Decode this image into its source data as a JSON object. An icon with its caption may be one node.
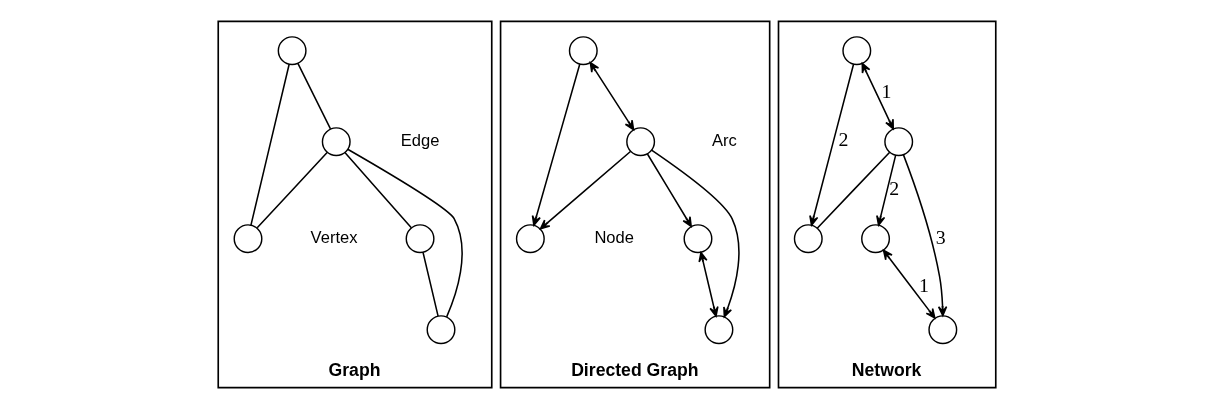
{
  "diagram": {
    "nodes": [
      {
        "text": [
          "Graph"
        ]
      },
      {
        "text": [],
        "shape": "circle",
        "in": 0
      },
      {
        "text": [],
        "shape": "circle",
        "in": 0
      },
      {
        "text": [],
        "shape": "circle",
        "in": 0
      },
      {
        "text": [],
        "shape": "circle",
        "in": 0
      },
      {
        "text": [],
        "shape": "circle",
        "in": 0
      },
      {
        "text": [
          "Directed Graph"
        ]
      },
      {
        "text": [],
        "shape": "circle",
        "in": 6
      },
      {
        "text": [],
        "shape": "circle",
        "in": 6
      },
      {
        "text": [],
        "shape": "circle",
        "in": 6
      },
      {
        "text": [],
        "shape": "circle",
        "in": 6
      },
      {
        "text": [],
        "shape": "circle",
        "in": 6
      },
      {
        "text": [
          "Network"
        ]
      },
      {
        "text": [],
        "shape": "circle",
        "in": 12
      },
      {
        "text": [],
        "shape": "circle",
        "in": 12
      },
      {
        "text": [],
        "shape": "circle",
        "in": 12
      },
      {
        "text": [],
        "shape": "circle",
        "in": 12
      },
      {
        "text": [],
        "shape": "circle",
        "in": 12
      }
    ],
    "edges": [
      {
        "from": 1,
        "to": 2,
        "arrow": "none"
      },
      {
        "from": 1,
        "to": 4,
        "arrow": "none"
      },
      {
        "from": 2,
        "to": 4,
        "arrow": "none"
      },
      {
        "from": 2,
        "to": 3,
        "arrow": "none"
      },
      {
        "from": 2,
        "to": 5,
        "arrow": "none"
      },
      {
        "from": 3,
        "to": 5,
        "arrow": "none"
      },
      {
        "from": 7,
        "to": 8,
        "arrow": "both"
      },
      {
        "from": 7,
        "to": 10,
        "arrow": "to"
      },
      {
        "from": 8,
        "to": 10,
        "arrow": "to"
      },
      {
        "from": 8,
        "to": 9,
        "arrow": "to"
      },
      {
        "from": 8,
        "to": 11,
        "arrow": "to"
      },
      {
        "from": 9,
        "to": 11,
        "arrow": "both"
      },
      {
        "from": 13,
        "to": 14,
        "arrow": "both",
        "label": "1"
      },
      {
        "from": 13,
        "to": 16,
        "arrow": "to",
        "label": "2"
      },
      {
        "from": 14,
        "to": 16,
        "arrow": "none"
      },
      {
        "from": 14,
        "to": 15,
        "arrow": "to",
        "label": "2"
      },
      {
        "from": 14,
        "to": 17,
        "arrow": "to",
        "label": "3"
      },
      {
        "from": 15,
        "to": 17,
        "arrow": "both",
        "label": "1"
      }
    ],
    "labels": [
      "Edge",
      "Vertex",
      "Arc",
      "Node"
    ]
  }
}
